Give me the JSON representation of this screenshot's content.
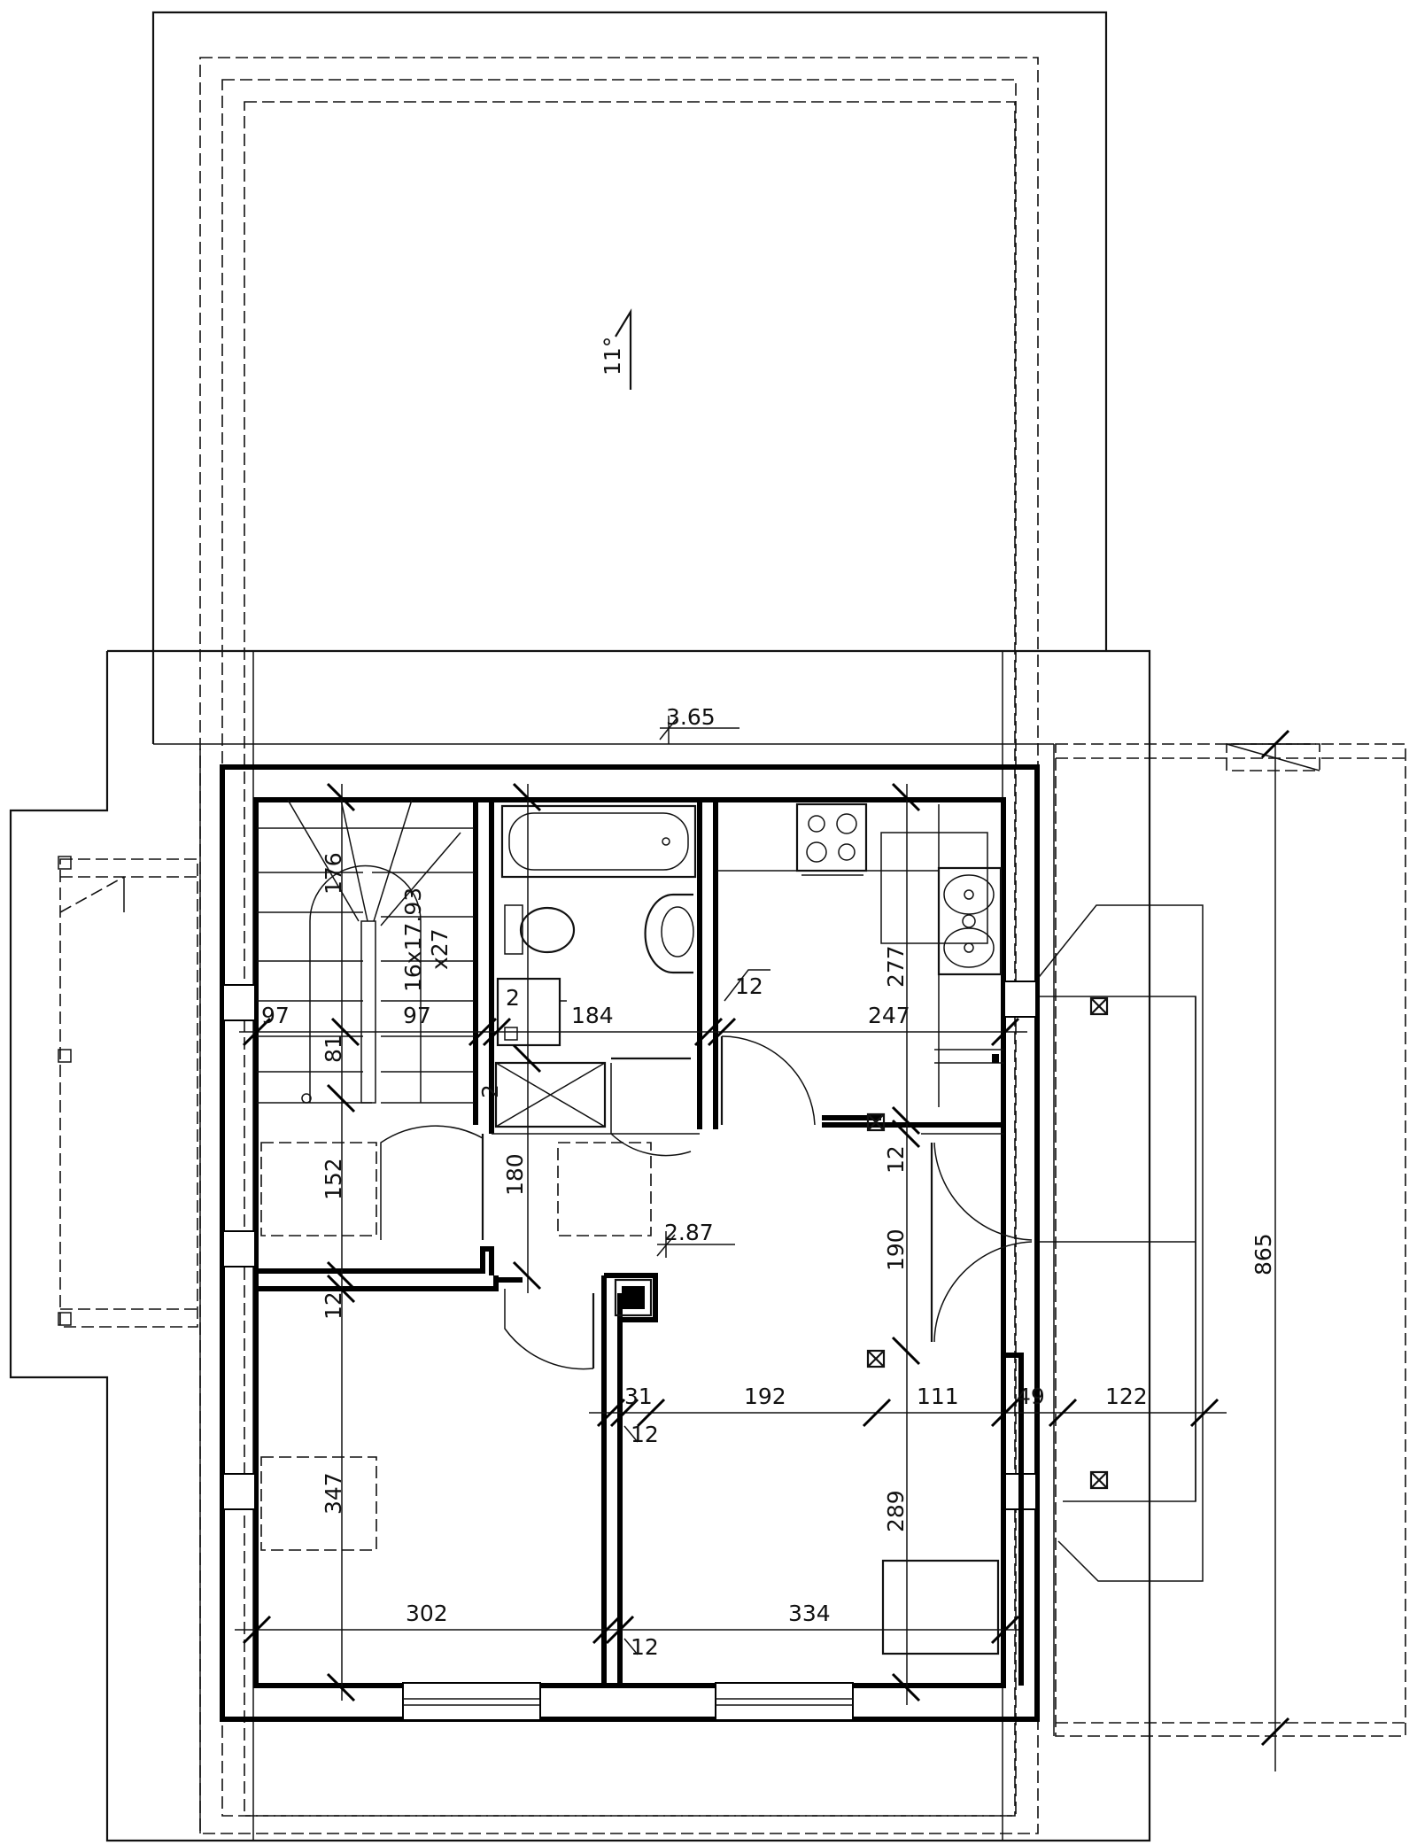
{
  "roof": {
    "slope_label": "11°"
  },
  "levels": {
    "upper": "3.65",
    "lower": "2.87"
  },
  "stair": {
    "run_label": "176",
    "steps_label": "16x17.93",
    "count_label": "x27",
    "width_label": "81"
  },
  "dimensions": {
    "row1": [
      "97",
      "97",
      "184",
      "247"
    ],
    "row2": [
      "31",
      "192",
      "111",
      "49",
      "122"
    ],
    "row3": [
      "302",
      "334"
    ],
    "wall_12_a": "12",
    "wall_12_b": "12",
    "wall_12_c": "12",
    "wall_12_d": "12",
    "wall_12_e": "12",
    "v_277": "277",
    "v_180": "180",
    "v_152": "152",
    "v_190": "190",
    "v_347": "347",
    "v_289": "289",
    "v_865": "865",
    "small_2a": "2",
    "small_2b": "2"
  }
}
